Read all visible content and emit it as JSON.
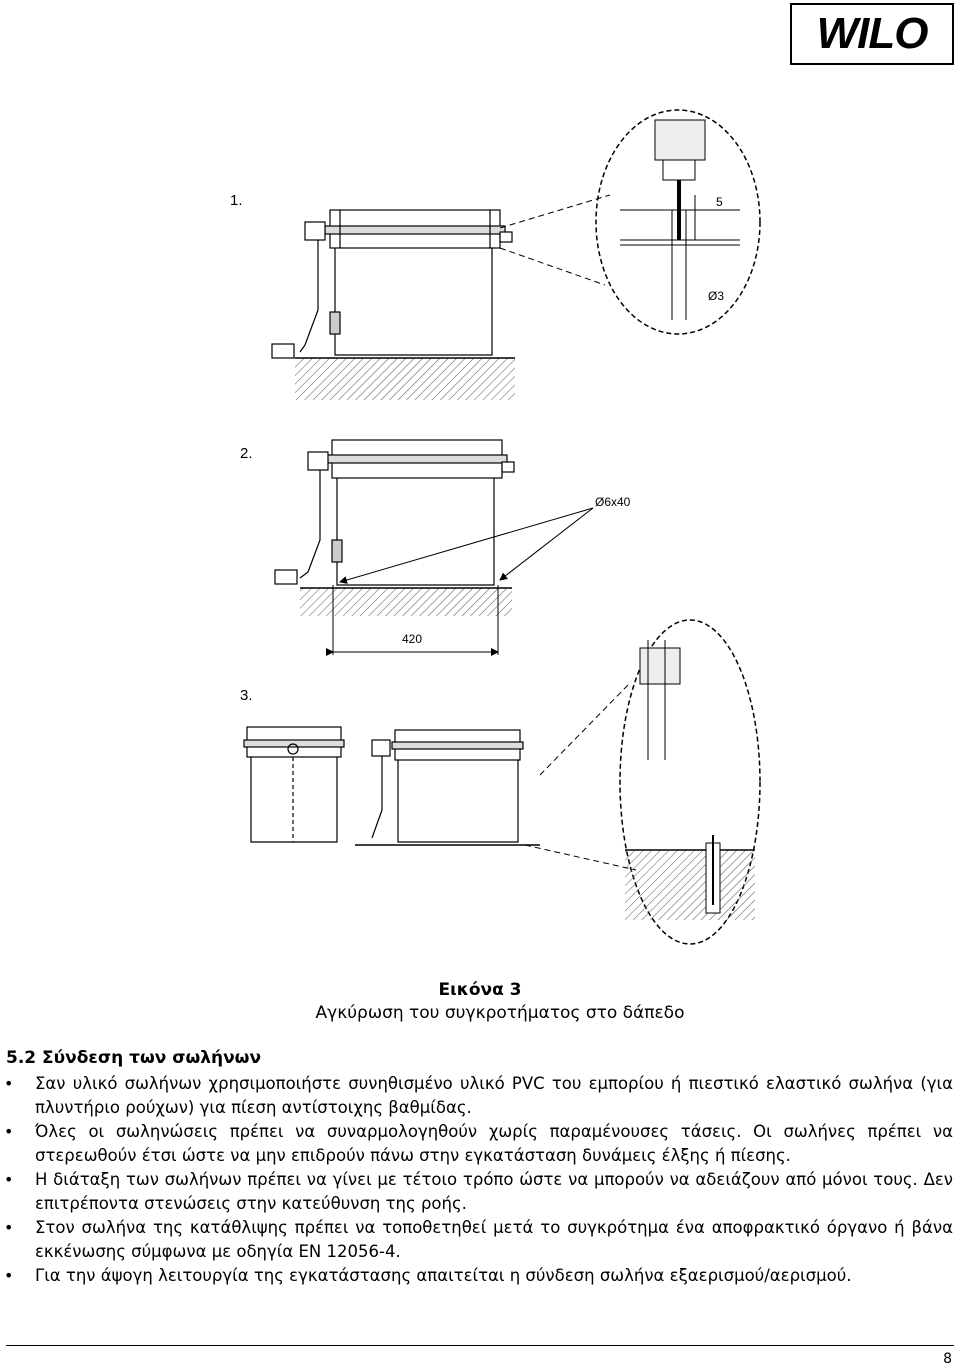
{
  "logo": {
    "text": "WILO"
  },
  "figure": {
    "step_labels": [
      "1.",
      "2.",
      "3."
    ],
    "dim_drill_depth": "5",
    "dim_drill_diameter": "Ø3",
    "dim_anchor": "Ø6x40",
    "dim_spacing": "420"
  },
  "caption": {
    "title": "Εικόνα 3",
    "subtitle": "Αγκύρωση του συγκροτήματος στο δάπεδο"
  },
  "section": {
    "title": "5.2 Σύνδεση των σωλήνων",
    "bullets": [
      "Σαν υλικό σωλήνων χρησιμοποιήστε συνηθισμένο υλικό PVC του εμπορίου ή πιεστικό ελαστικό σωλήνα (για πλυντήριο ρούχων) για πίεση αντίστοιχης βαθμίδας.",
      "Όλες οι σωληνώσεις πρέπει να συναρμολογηθούν χωρίς παραμένουσες τάσεις. Οι σωλήνες πρέπει να στερεωθούν έτσι ώστε να μην επιδρούν πάνω στην εγκατάσταση δυνάμεις έλξης ή πίεσης.",
      "Η διάταξη των σωλήνων πρέπει να γίνει με τέτοιο τρόπο ώστε να μπορούν να αδειάζουν από μόνοι τους. Δεν επιτρέποντα στενώσεις στην κατεύθυνση της ροής.",
      "Στον σωλήνα της κατάθλιψης πρέπει να τοποθετηθεί μετά το συγκρότημα ένα αποφρακτικό όργανο ή βάνα εκκένωσης σύμφωνα με οδηγία EN 12056-4.",
      "Για την άψογη λειτουργία της εγκατάστασης απαιτείται η σύνδεση σωλήνα εξαερισμού/αερισμού."
    ]
  },
  "footer": {
    "page_number": "8"
  }
}
